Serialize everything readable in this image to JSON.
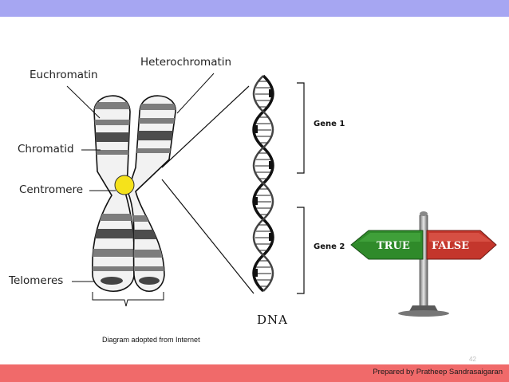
{
  "slide": {
    "colors": {
      "top_bar": "#a6a6f2",
      "bottom_bar": "#f06a6a",
      "centromere": "#f5e21b"
    },
    "page_number": "42",
    "footer": "Prepared by Pratheep Sandrasaigaran"
  },
  "labels": {
    "euchromatin": "Euchromatin",
    "heterochromatin": "Heterochromatin",
    "chromatid": "Chromatid",
    "centromere": "Centromere",
    "telomeres": "Telomeres"
  },
  "dna": {
    "gene1": "Gene 1",
    "gene2": "Gene 2",
    "label": "DNA"
  },
  "caption": "Diagram adopted from Internet",
  "sign": {
    "true_label": "TRUE",
    "false_label": "FALSE",
    "true_color": "#2f8a2a",
    "false_color": "#c4362c"
  }
}
